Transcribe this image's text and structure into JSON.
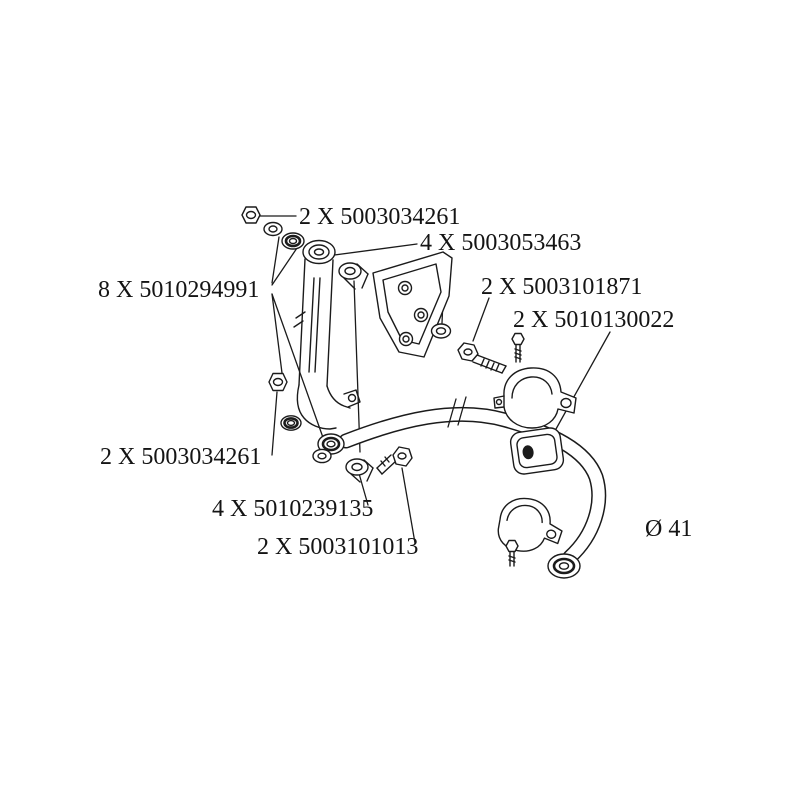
{
  "style": {
    "ink_color": "#1b1b1b",
    "background_color": "#ffffff"
  },
  "diagram": {
    "type": "exploded-parts-diagram",
    "subject": "stabilizer-bar-and-link-assembly",
    "labels": {
      "nut_top": "2 X 5003034261",
      "bushing_top": "4 X 5003053463",
      "washers": "8 X 5010294991",
      "bolt_bracket": "2 X 5003101871",
      "clamp_bushing": "2 X 5010130022",
      "nut_bottom": "2 X 5003034261",
      "link_bushing": "4 X 5010239135",
      "link_bolt": "2 X 5003101013",
      "bar_diameter": "Ø 41"
    }
  }
}
